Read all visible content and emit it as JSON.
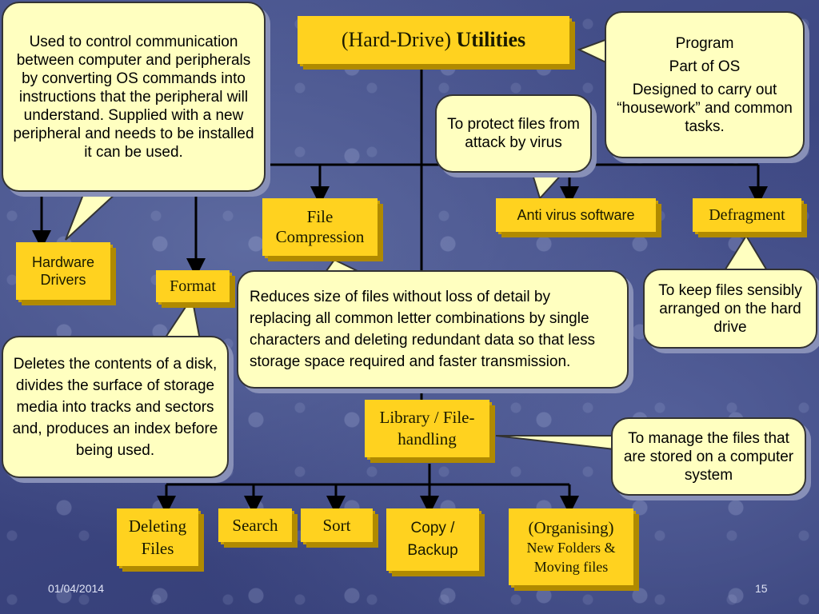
{
  "title": {
    "prefix": "(Hard-Drive) ",
    "bold": "Utilities"
  },
  "boxes": {
    "hardware_drivers": "Hardware Drivers",
    "format": "Format",
    "file_compression": "File Compression",
    "anti_virus": "Anti virus software",
    "defragment": "Defragment",
    "library": "Library / File-handling",
    "deleting_files": "Deleting Files",
    "search": "Search",
    "sort": "Sort",
    "copy_backup": "Copy / Backup",
    "organising_title": "(Organising)",
    "organising_sub": "New Folders & Moving files"
  },
  "callouts": {
    "drivers": "Used to control communication between computer and peripherals by converting OS commands into instructions that the peripheral will understand. Supplied with a new peripheral and needs to be installed it can be used.",
    "program": [
      "Program",
      "Part of OS",
      "Designed to carry out “housework” and common tasks."
    ],
    "antivirus": "To protect files from attack by virus",
    "compression": "Reduces size of files without loss of detail by replacing all common letter combinations by single characters and deleting redundant data so that less storage space required and faster transmission.",
    "defragment": "To keep files sensibly arranged on the hard drive",
    "format": "Deletes the contents of a disk, divides the surface of storage media into tracks and sectors and, produces an index before being used.",
    "library": "To manage the files that are stored on a computer system"
  },
  "footer": {
    "date": "01/04/2014",
    "page": "15"
  }
}
